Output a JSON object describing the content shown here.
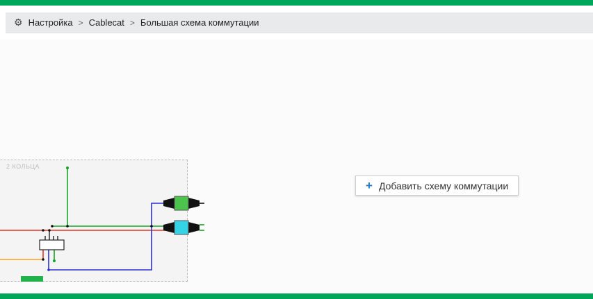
{
  "breadcrumb": {
    "items": [
      "Настройка",
      "Cablecat",
      "Большая схема коммутации"
    ],
    "separator": ">"
  },
  "icons": {
    "gear": "⚙",
    "plus": "+"
  },
  "canvas": {
    "scheme_label": "2 КОЛЬЦА",
    "add_button_label": "Добавить схему коммутации"
  },
  "colors": {
    "accent_green": "#00a65a",
    "plus_blue": "#1e7cc0",
    "wire_red": "#e53525",
    "wire_green": "#17a327",
    "wire_blue": "#2a2fd4",
    "wire_orange": "#ff9e1b",
    "connector_green": "#4cc34c",
    "connector_cyan": "#35d3e6"
  }
}
